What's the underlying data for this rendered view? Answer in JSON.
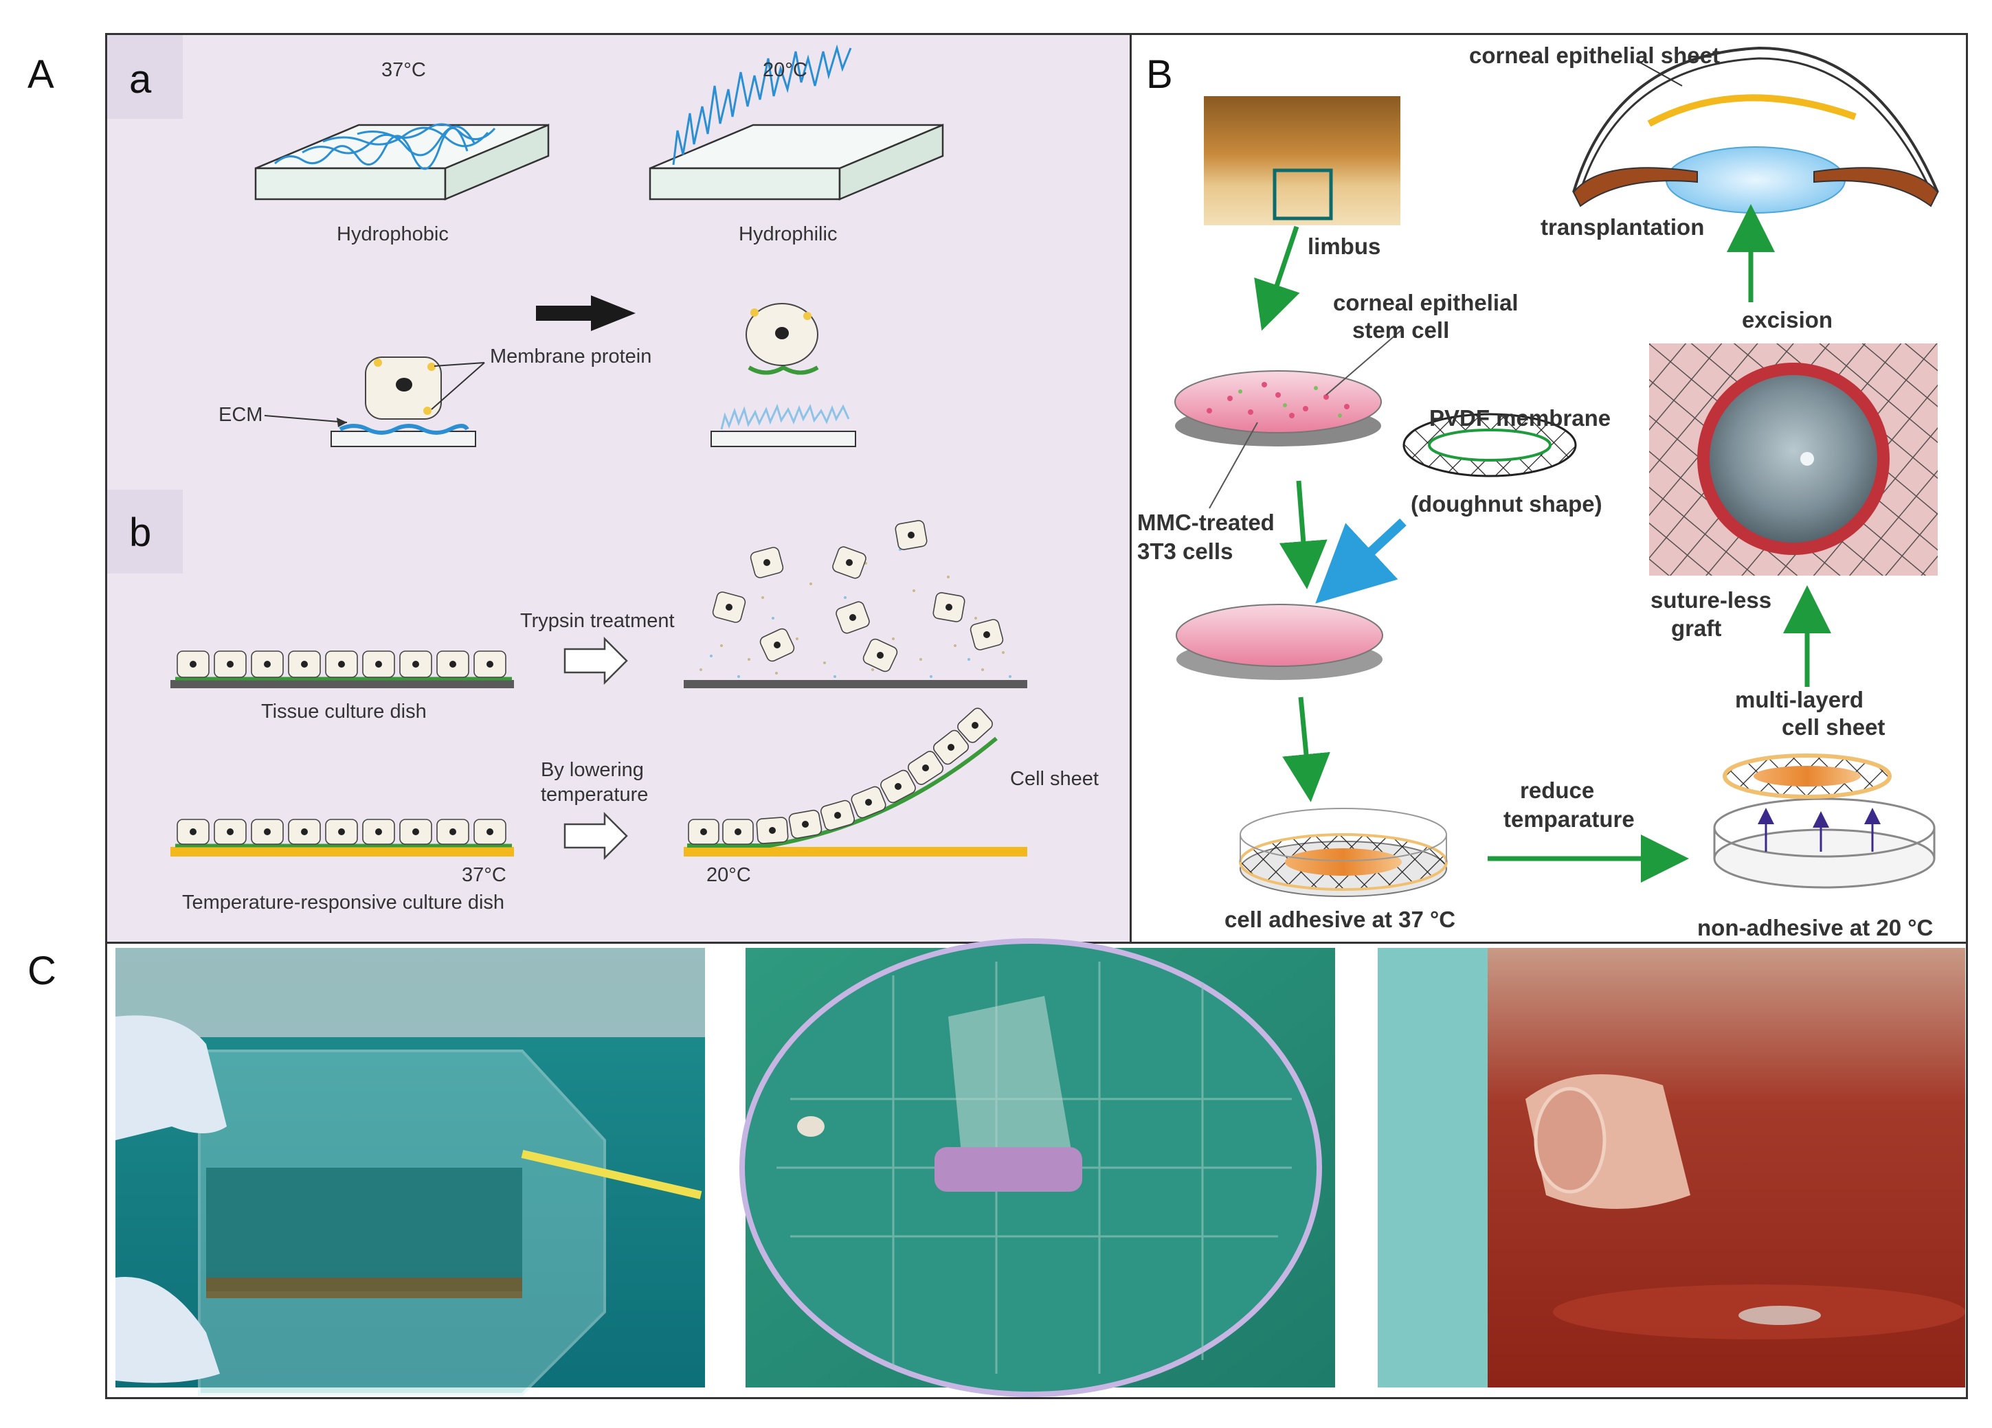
{
  "panel_labels": {
    "A": "A",
    "B": "B",
    "C": "C"
  },
  "panel_a": {
    "sub_a": "a",
    "sub_b": "b",
    "temp_37": "37°C",
    "temp_20": "20°C",
    "hydrophobic": "Hydrophobic",
    "hydrophilic": "Hydrophilic",
    "membrane_protein": "Membrane protein",
    "ecm": "ECM",
    "trypsin_treatment": "Trypsin treatment",
    "tissue_culture_dish": "Tissue culture dish",
    "by_lowering": "By lowering",
    "temperature": "temperature",
    "cell_sheet": "Cell sheet",
    "dish_temp_37": "37°C",
    "dish_temp_20": "20°C",
    "temp_responsive_dish": "Temperature-responsive culture dish"
  },
  "panel_b": {
    "corneal_epithelial_sheet": "corneal epithelial sheet",
    "limbus": "limbus",
    "transplantation": "transplantation",
    "corneal_epithelial_line1": "corneal epithelial",
    "corneal_epithelial_line2": "stem cell",
    "excision": "excision",
    "pvdf_membrane": "PVDF membrane",
    "doughnut_shape": "(doughnut shape)",
    "mmc_line1": "MMC-treated",
    "mmc_line2": "3T3 cells",
    "sutureless_line1": "suture-less",
    "sutureless_line2": "graft",
    "multi_line1": "multi-layerd",
    "multi_line2": "cell sheet",
    "reduce_line1": "reduce",
    "reduce_line2": "temparature",
    "cell_adhesive": "cell adhesive at 37 °C",
    "non_adhesive": "non-adhesive at 20 °C"
  },
  "colors": {
    "panel_a_bg": "#ede6f1",
    "arrow_green": "#1e9b3c",
    "arrow_blue": "#2a9fdc",
    "dish_yellow": "#f3b81c",
    "dish_pink": "#f2a6b9",
    "sheet_orange": "#f0a050"
  }
}
